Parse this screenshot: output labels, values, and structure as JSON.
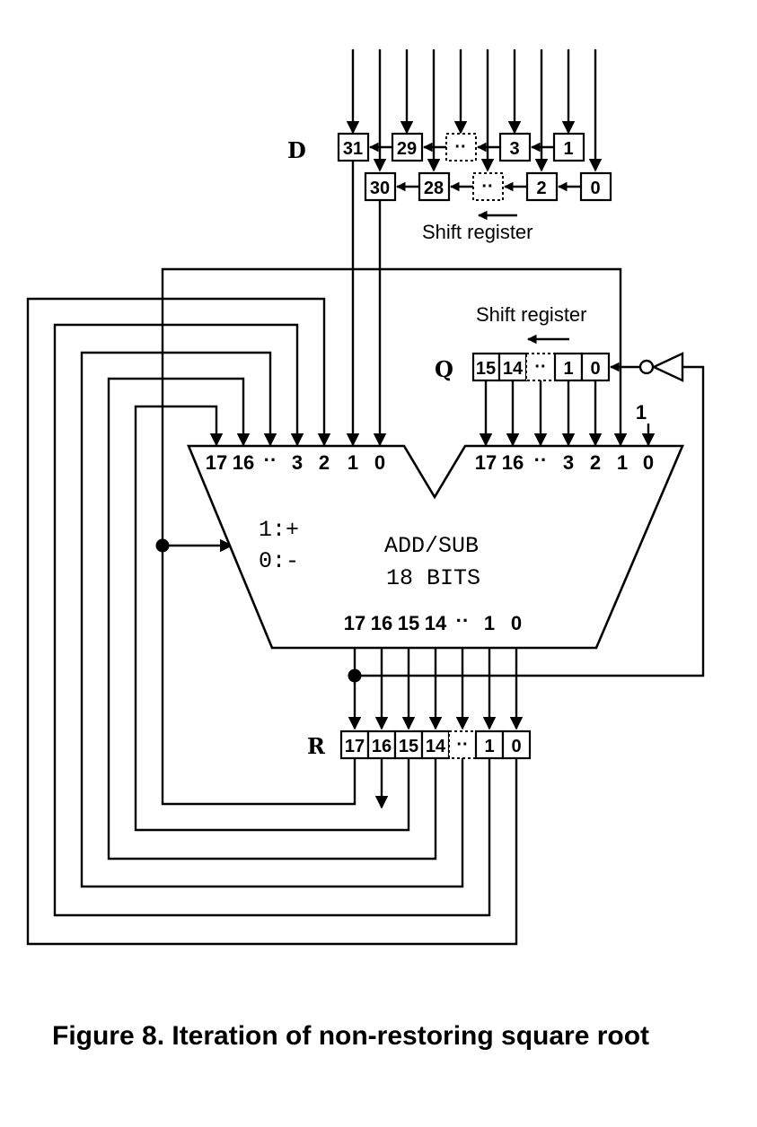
{
  "registers": {
    "d": {
      "name": "D",
      "top_row": [
        "31",
        "29",
        "··",
        "3",
        "1"
      ],
      "bottom_row": [
        "30",
        "28",
        "··",
        "2",
        "0"
      ],
      "caption": "Shift register"
    },
    "q": {
      "name": "Q",
      "cells": [
        "15",
        "14",
        "··",
        "1",
        "0"
      ],
      "caption": "Shift register"
    },
    "r": {
      "name": "R",
      "cells": [
        "17",
        "16",
        "15",
        "14",
        "··",
        "1",
        "0"
      ]
    }
  },
  "adder": {
    "left_ports": [
      "17",
      "16",
      "··",
      "3",
      "2",
      "1",
      "0"
    ],
    "right_ports": [
      "17",
      "16",
      "··",
      "3",
      "2",
      "1",
      "0"
    ],
    "output_ports": [
      "17",
      "16",
      "15",
      "14",
      "··",
      "1",
      "0"
    ],
    "title_line1": "ADD/SUB",
    "title_line2": "18 BITS",
    "mode_plus": "1:+",
    "mode_minus": "0:-",
    "constant_input": "1"
  },
  "caption": "Figure 8. Iteration of non-restoring square root"
}
